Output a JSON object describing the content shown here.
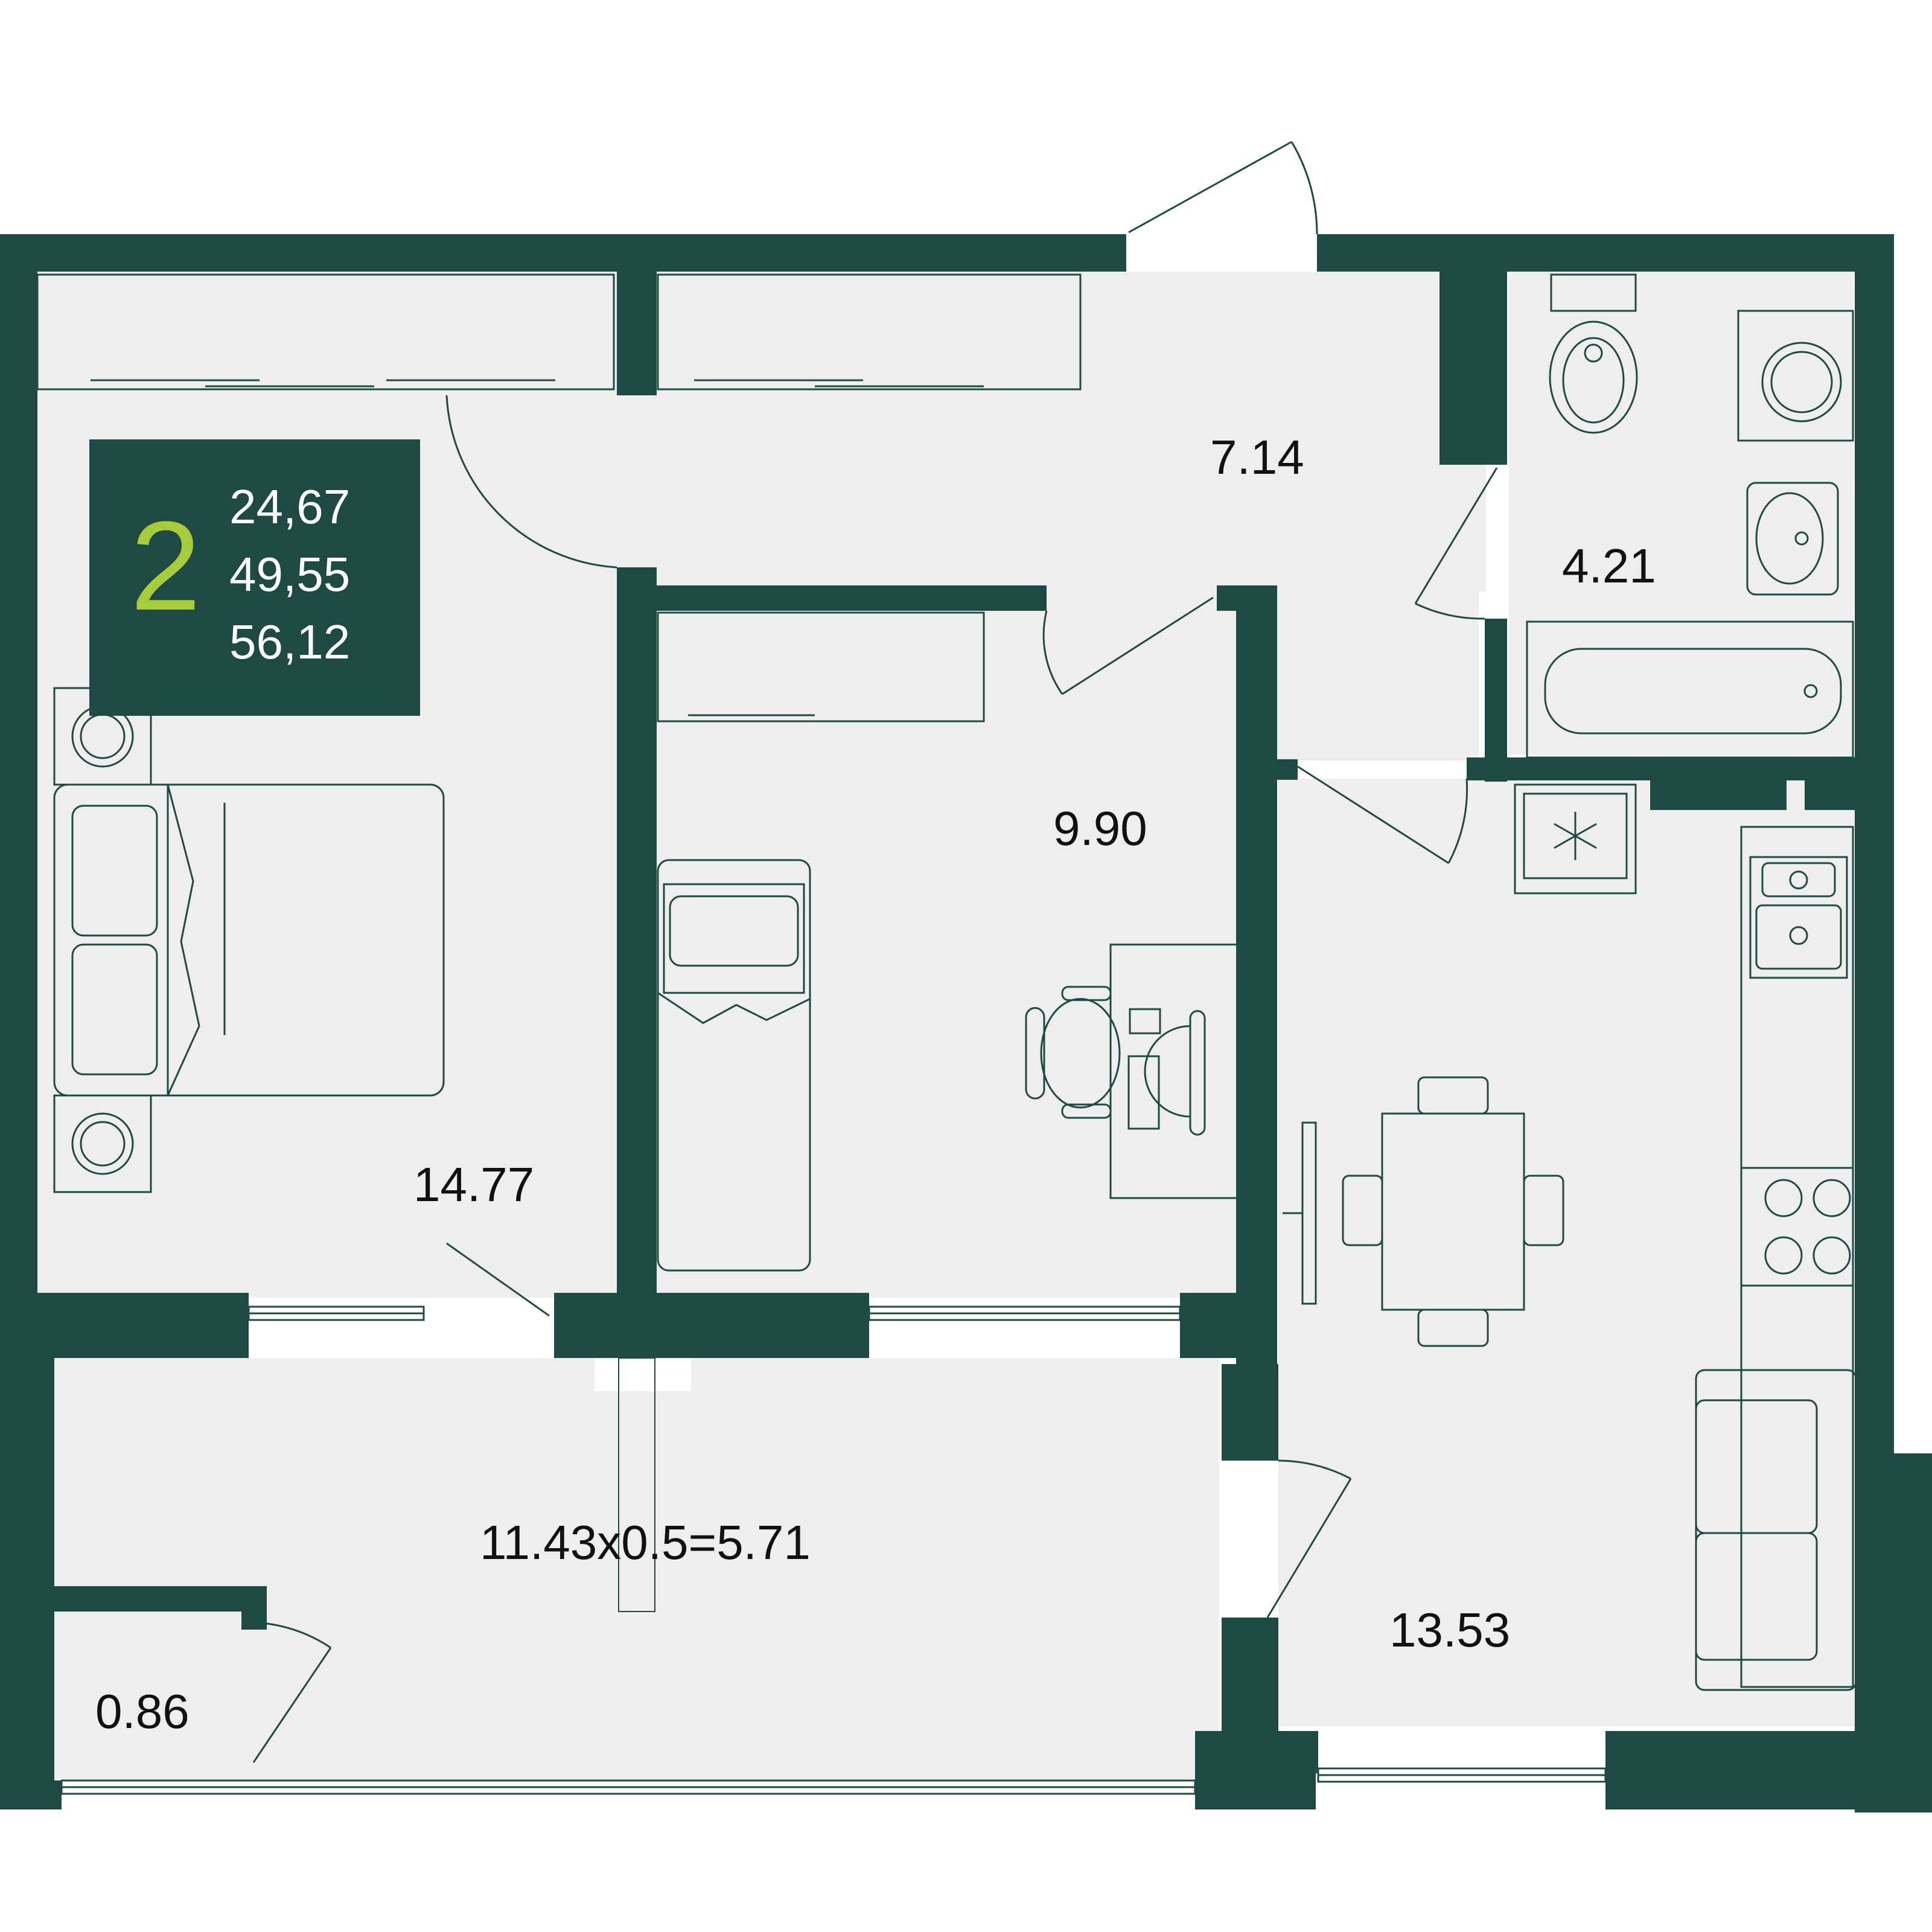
{
  "badge": {
    "rooms": "2",
    "living_area": "24,67",
    "total_area": "49,55",
    "total_area_with_balcony": "56,12"
  },
  "rooms": {
    "bedroom": "14.77",
    "hallway": "7.14",
    "bathroom": "4.21",
    "child_room": "9.90",
    "kitchen": "13.53",
    "loggia": "11.43x0.5=5.71",
    "storage": "0.86"
  },
  "colors": {
    "wall": "#1f4a43",
    "floor": "#eeeeee",
    "accent": "#a6cc3c",
    "badge_text": "#ffffff"
  },
  "icons": [
    "wardrobe-icon",
    "bed-icon",
    "nightstand-icon",
    "toilet-icon",
    "washing-machine-icon",
    "sink-icon",
    "bathtub-icon",
    "fridge-icon",
    "kitchen-sink-icon",
    "stove-icon",
    "dining-table-icon",
    "sofa-icon",
    "desk-icon",
    "office-chair-icon",
    "tv-icon",
    "door-icon",
    "window-icon"
  ]
}
